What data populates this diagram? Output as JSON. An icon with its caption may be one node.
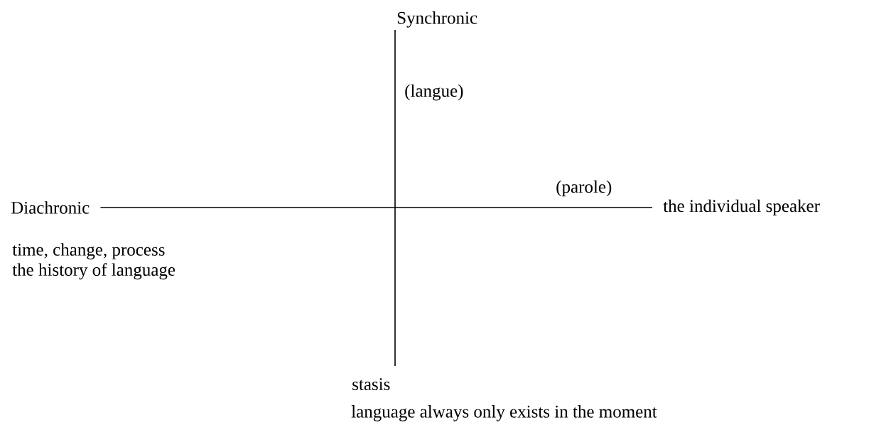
{
  "diagram": {
    "nodes": [
      {
        "text": [
          "Synchronic"
        ]
      },
      {
        "text": [
          "stasis"
        ],
        "beside": [
          "language always only exists in the moment"
        ]
      },
      {
        "text": [
          "Diachronic"
        ],
        "beside": [
          "time, change, process",
          "the history of language"
        ]
      },
      {
        "text": [
          "the individual speaker"
        ]
      }
    ],
    "edges": [
      {
        "from": 0,
        "to": 1,
        "arrow": "none"
      },
      {
        "from": 2,
        "to": 3,
        "arrow": "none"
      }
    ],
    "labels": [
      "(langue)",
      "(parole)"
    ]
  }
}
